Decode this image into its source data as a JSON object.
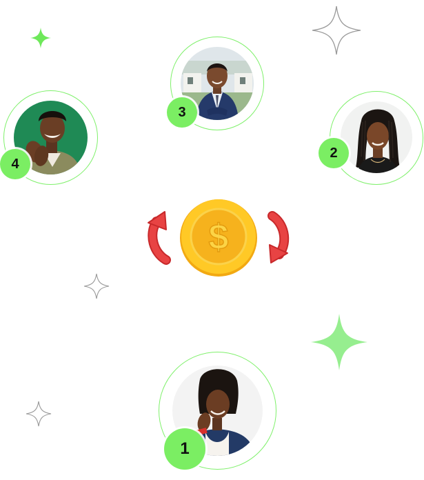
{
  "members": [
    {
      "rank": "1",
      "person": "woman-navy-cardigan"
    },
    {
      "rank": "2",
      "person": "woman-braids-smiling"
    },
    {
      "rank": "3",
      "person": "man-navy-suit"
    },
    {
      "rank": "4",
      "person": "man-clapping-green-background"
    }
  ],
  "colors": {
    "accent_green": "#7bee63",
    "ring_green": "#7ef06a",
    "coin_gold": "#f7b81f",
    "arrow_red": "#e33b3b"
  },
  "icons": {
    "center": "dollar-coin-icon",
    "exchange": "circular-arrows-icon",
    "sparkle": "four-point-star-icon"
  }
}
